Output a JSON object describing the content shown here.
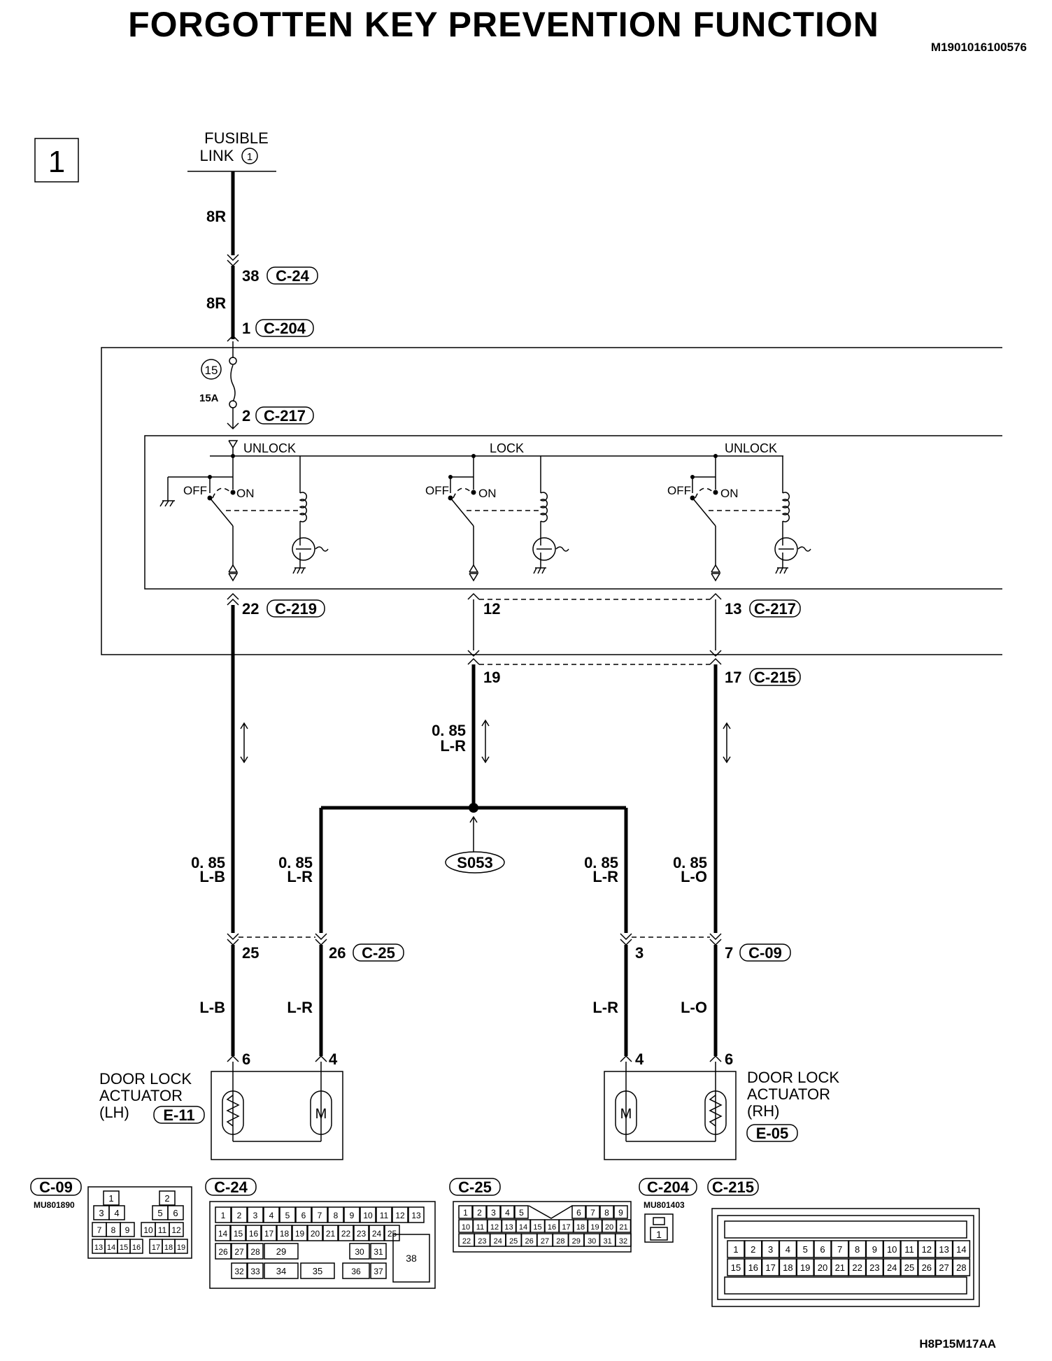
{
  "title": "FORGOTTEN KEY PREVENTION FUNCTION",
  "doc_code": "M1901016100576",
  "figure_code": "H8P15M17AA",
  "sheet_number": "1",
  "fusible_link": {
    "line1": "FUSIBLE",
    "line2": "LINK",
    "num": "1"
  },
  "fuse": {
    "num": "15",
    "rating": "15A"
  },
  "wires": {
    "w8r_a": "8R",
    "w8r_b": "8R",
    "s085_center": "0. 85",
    "lr_center": "L-R",
    "s085_1": "0. 85",
    "lb_1": "L-B",
    "s085_2": "0. 85",
    "lr_2": "L-R",
    "s085_3": "0. 85",
    "lr_3": "L-R",
    "s085_4": "0. 85",
    "lo_4": "L-O",
    "lb_lower": "L-B",
    "lr_lower_a": "L-R",
    "lr_lower_b": "L-R",
    "lo_lower": "L-O"
  },
  "connectors": {
    "c24_pin": "38",
    "c24": "C-24",
    "c204_pin": "1",
    "c204": "C-204",
    "c217_pin": "2",
    "c217": "C-217",
    "c219_pin": "22",
    "c219": "C-219",
    "c217b_pin12": "12",
    "c217b_pin13": "13",
    "c217b": "C-217",
    "c215_pin19": "19",
    "c215_pin17": "17",
    "c215": "C-215",
    "c25_pin25": "25",
    "c25_pin26": "26",
    "c25": "C-25",
    "c09_pin3": "3",
    "c09_pin7": "7",
    "c09": "C-09",
    "splice": "S053"
  },
  "relay_labels": {
    "unlock_l": "UNLOCK",
    "lock": "LOCK",
    "unlock_r": "UNLOCK",
    "off1": "OFF",
    "on1": "ON",
    "off2": "OFF",
    "on2": "ON",
    "off3": "OFF",
    "on3": "ON"
  },
  "actuator_lh": {
    "line1": "DOOR LOCK",
    "line2": "ACTUATOR",
    "line3": "(LH)",
    "code": "E-11",
    "pin_a": "6",
    "pin_b": "4",
    "motor": "M"
  },
  "actuator_rh": {
    "line1": "DOOR LOCK",
    "line2": "ACTUATOR",
    "line3": "(RH)",
    "code": "E-05",
    "pin_a": "4",
    "pin_b": "6",
    "motor": "M"
  },
  "connector_views": {
    "c09": {
      "label": "C-09",
      "part": "MU801890",
      "rows": [
        [
          "1",
          "2"
        ],
        [
          "3",
          "4",
          "5",
          "6"
        ],
        [
          "7",
          "8",
          "9",
          "10",
          "11",
          "12"
        ],
        [
          "13",
          "14",
          "15",
          "16",
          "17",
          "18",
          "19"
        ]
      ]
    },
    "c24": {
      "label": "C-24",
      "rows": [
        [
          "1",
          "2",
          "3",
          "4",
          "5",
          "6",
          "7",
          "8",
          "9",
          "10",
          "11",
          "12",
          "13"
        ],
        [
          "14",
          "15",
          "16",
          "17",
          "18",
          "19",
          "20",
          "21",
          "22",
          "23",
          "24",
          "25"
        ],
        [
          "26",
          "27",
          "28",
          "29",
          "30",
          "31"
        ],
        [
          "32",
          "33",
          "34",
          "35",
          "36",
          "37"
        ]
      ],
      "big": "38"
    },
    "c25": {
      "label": "C-25",
      "rows": [
        [
          "1",
          "2",
          "3",
          "4",
          "5",
          "6",
          "7",
          "8",
          "9"
        ],
        [
          "10",
          "11",
          "12",
          "13",
          "14",
          "15",
          "16",
          "17",
          "18",
          "19",
          "20",
          "21"
        ],
        [
          "22",
          "23",
          "24",
          "25",
          "26",
          "27",
          "28",
          "29",
          "30",
          "31",
          "32"
        ]
      ]
    },
    "c204": {
      "label": "C-204",
      "part": "MU801403",
      "pins": [
        "1"
      ]
    },
    "c215": {
      "label": "C-215",
      "rows": [
        [
          "1",
          "2",
          "3",
          "4",
          "5",
          "6",
          "7",
          "8",
          "9",
          "10",
          "11",
          "12",
          "13",
          "14"
        ],
        [
          "15",
          "16",
          "17",
          "18",
          "19",
          "20",
          "21",
          "22",
          "23",
          "24",
          "25",
          "26",
          "27",
          "28"
        ]
      ]
    }
  }
}
